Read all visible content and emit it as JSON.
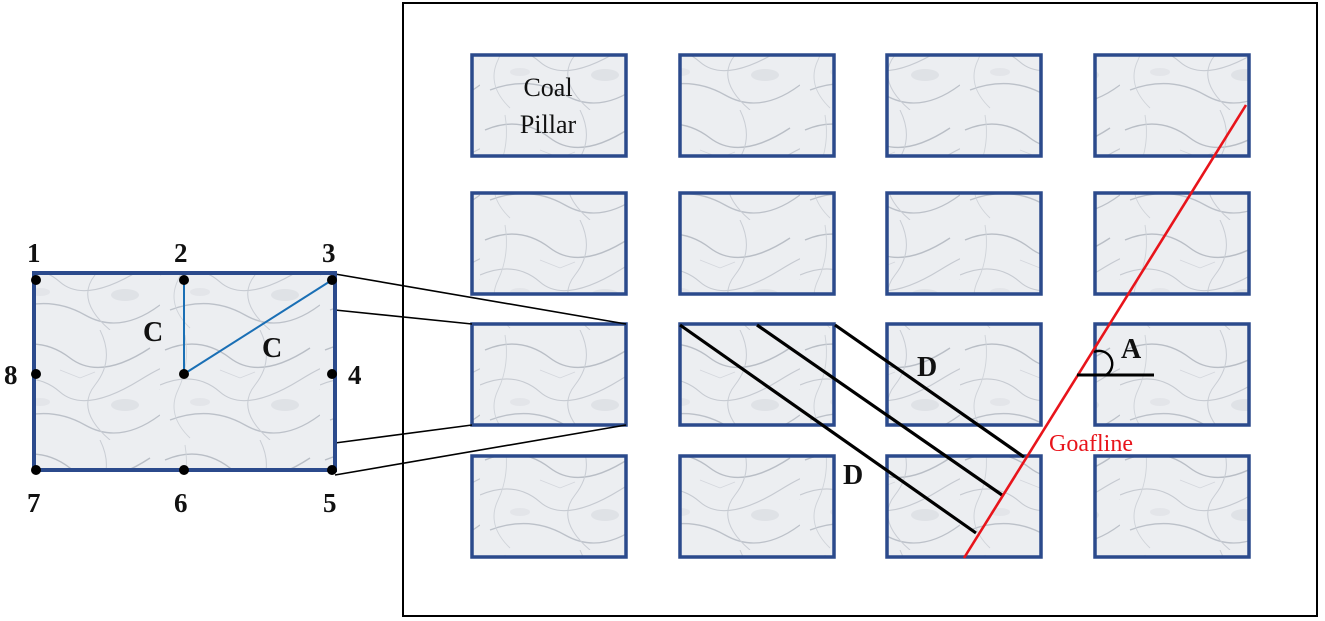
{
  "diagram": {
    "pillar_label_line1": "Coal",
    "pillar_label_line2": "Pillar",
    "goafline_label": "Goafline",
    "angle_label": "A",
    "distance_label_d": "D",
    "distance_label_c": "C",
    "node_labels": [
      "1",
      "2",
      "3",
      "4",
      "5",
      "6",
      "7",
      "8"
    ],
    "colors": {
      "pillar_border": "#2b4a8c",
      "goafline": "#e8141b",
      "c_lines": "#1a6fb5",
      "d_lines": "#000000",
      "frame": "#000000",
      "text": "#111111"
    }
  }
}
